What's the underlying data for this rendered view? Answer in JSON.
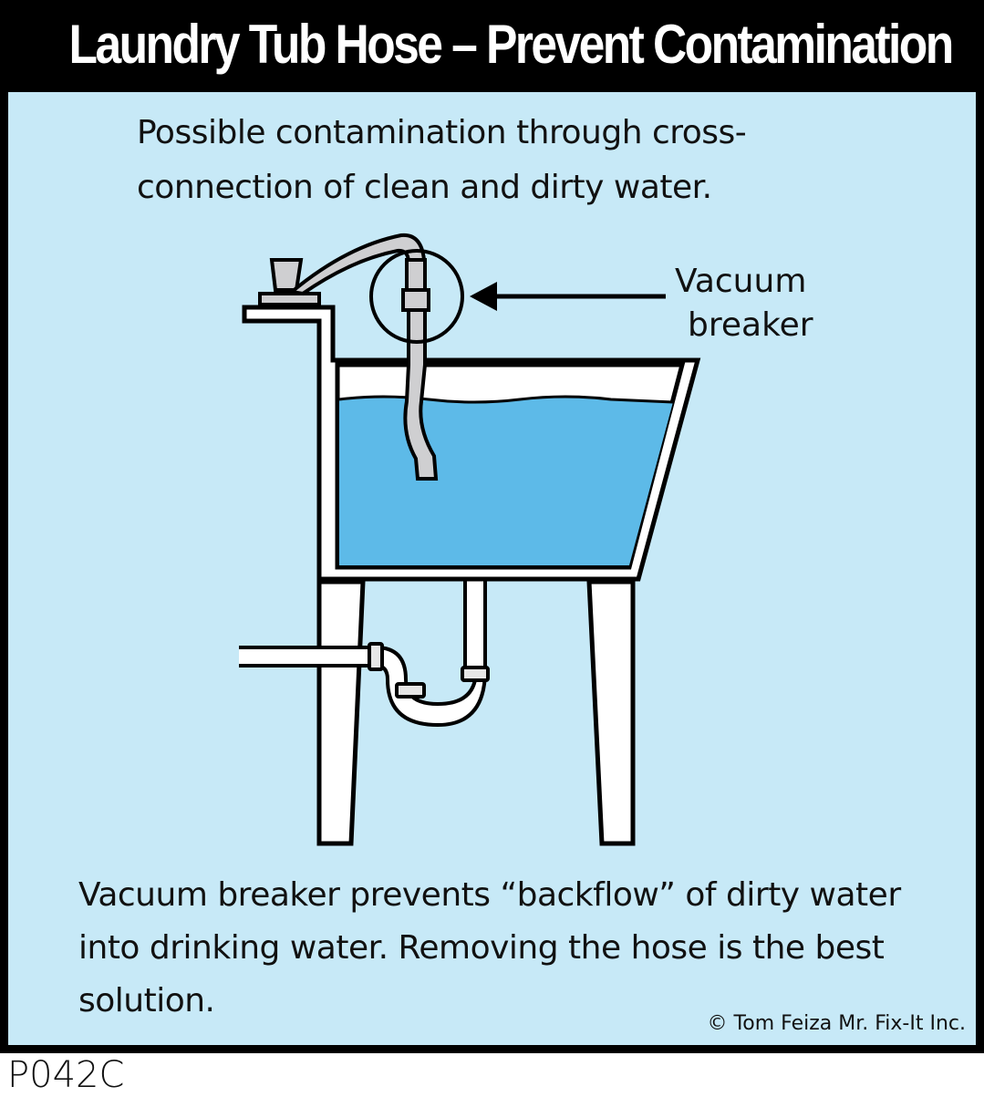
{
  "title": "Laundry Tub Hose – Prevent Contamination",
  "captions": {
    "top": "Possible contamination through cross-connection of clean and dirty water.",
    "bottom": "Vacuum  breaker prevents “backflow” of dirty water into drinking water. Removing the hose is the best solution."
  },
  "labels": {
    "vacuum_breaker_line1": "Vacuum",
    "vacuum_breaker_line2": "breaker"
  },
  "copyright": "© Tom Feiza Mr. Fix-It Inc.",
  "code": "P042C",
  "colors": {
    "frame": "#000000",
    "background": "#c7e9f7",
    "water": "#5dbae8",
    "hose": "#cfcfd1",
    "tub": "#ffffff"
  },
  "diagram": {
    "elements": [
      "faucet",
      "hose",
      "vacuum-breaker",
      "laundry-tub",
      "water",
      "drain-trap",
      "tub-legs",
      "arrow"
    ]
  }
}
